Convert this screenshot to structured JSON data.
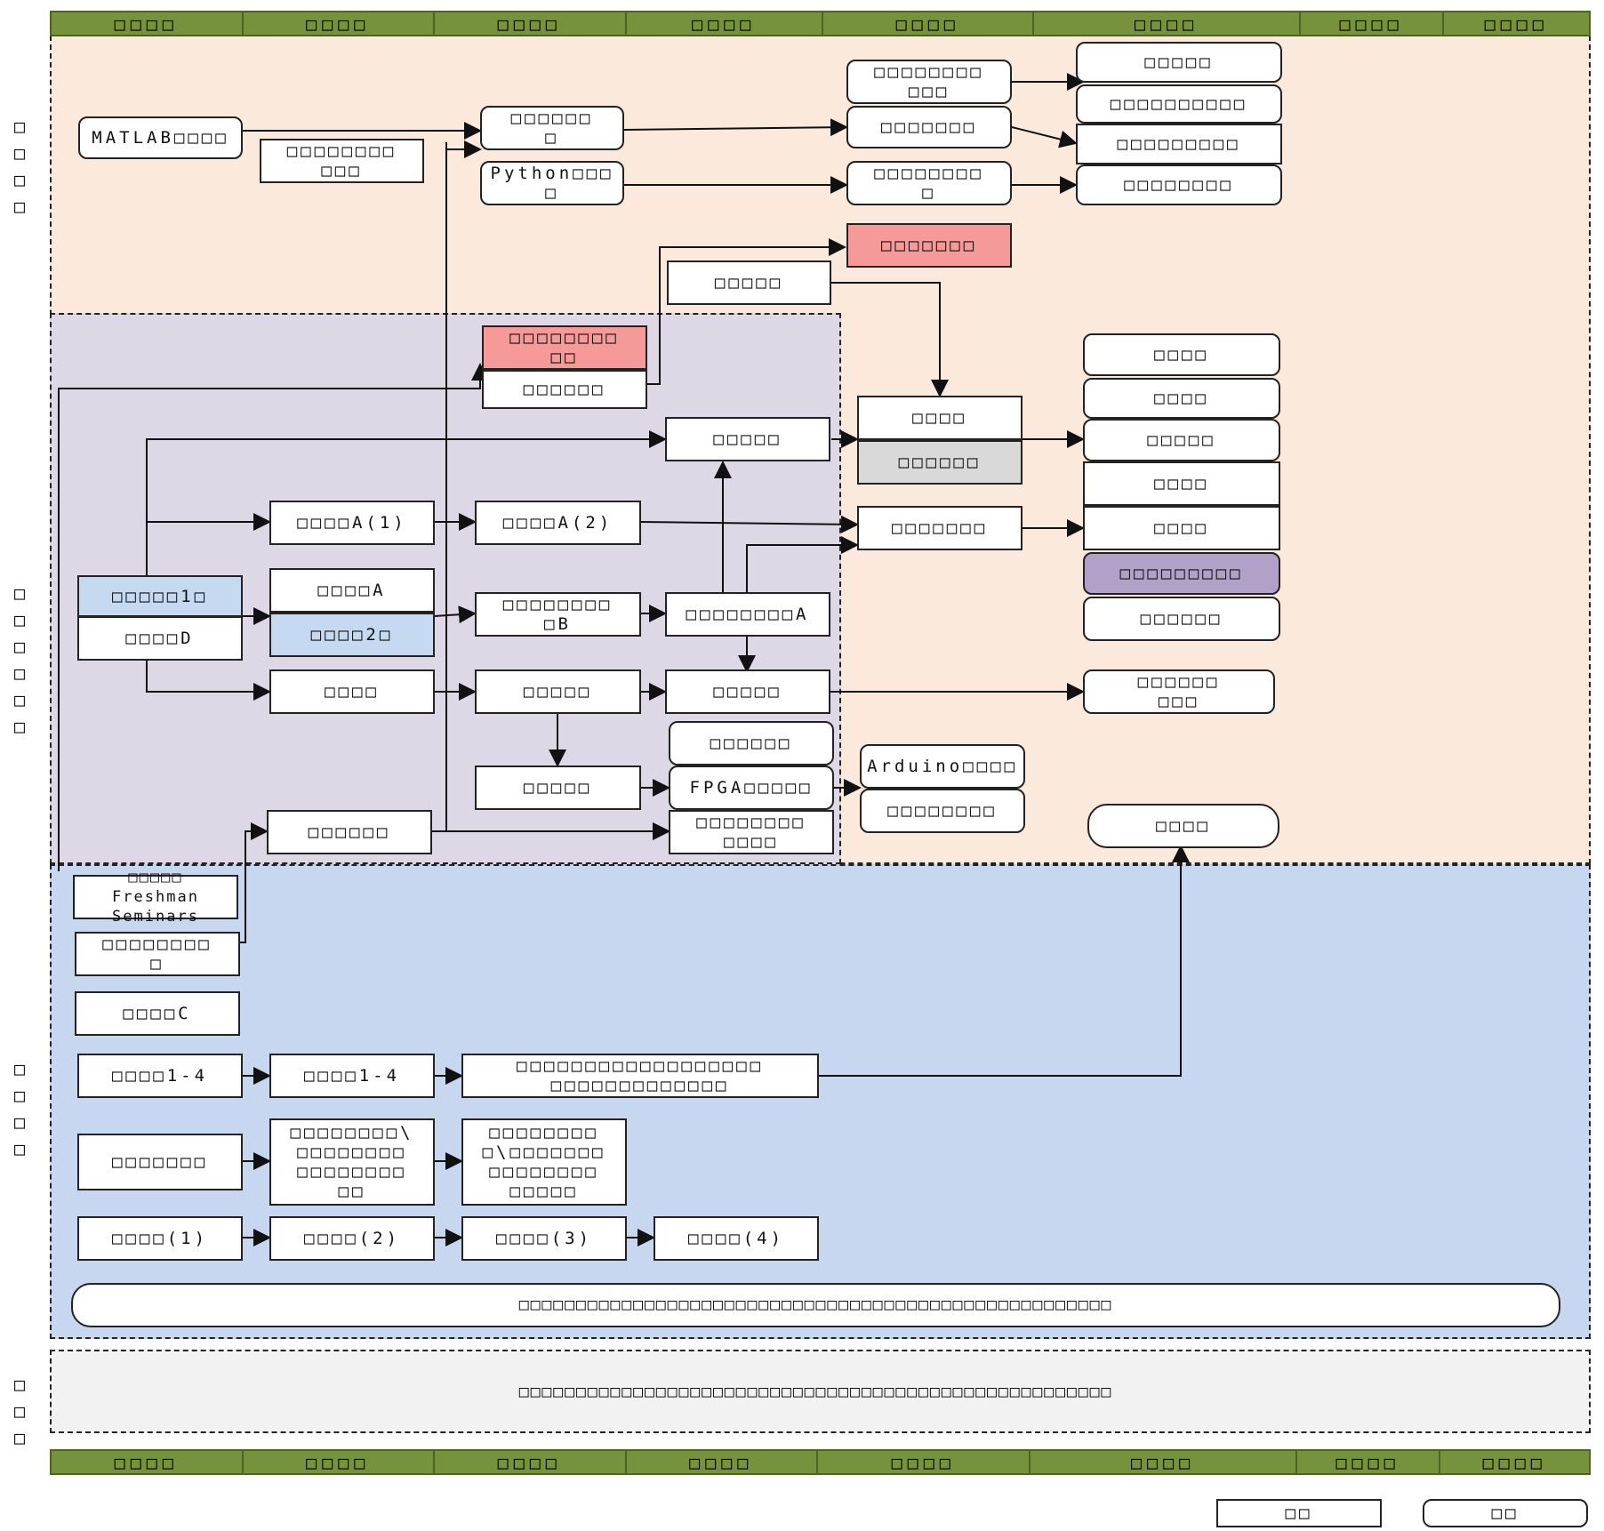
{
  "colors": {
    "header_green": "#76923c",
    "zone_peach": "#fbe9dc",
    "zone_lavender": "#ded7e6",
    "zone_blue": "#c7d7ef",
    "zone_gray": "#f2f2f2",
    "highlight_red": "#f59999",
    "highlight_blue": "#c5d9f1",
    "highlight_gray": "#d9d9d9",
    "highlight_purple": "#b1a0c7"
  },
  "header": {
    "top": [
      "□□□□",
      "□□□□",
      "□□□□",
      "□□□□",
      "□□□□",
      "□□□□",
      "□□□□",
      "□□□□"
    ],
    "bottom": [
      "□□□□",
      "□□□□",
      "□□□□",
      "□□□□",
      "□□□□",
      "□□□□",
      "□□□□",
      "□□□□"
    ]
  },
  "side_labels": [
    "□□□□",
    "□□□□□□",
    "□□□□",
    "□□□"
  ],
  "boxes": {
    "matlab": "MATLAB□□□□",
    "matlab_sub": "□□□□□□□□\n□□□",
    "b1": "□□□□□□\n□",
    "python": "Python□□□\n□",
    "c1": "□□□□□□□□\n□□□",
    "c2": "□□□□□□□",
    "c3": "□□□□□□□□\n□",
    "r1": "□□□□□",
    "r2": "□□□□□□□□□□",
    "r3": "□□□□□□□□□",
    "r4": "□□□□□□□□",
    "red2": "□□□□□□□",
    "k1": "□□□□□",
    "red1": "□□□□□□□□\n□□",
    "red1_sub": "□□□□□□",
    "d1": "□□□□□",
    "e1": "□□□□",
    "e1_sub": "□□□□□□",
    "g1": "□□□□",
    "g2": "□□□□",
    "g3": "□□□□□",
    "g4": "□□□□",
    "g5": "□□□□",
    "g6": "□□□□□□□□□",
    "g7": "□□□□□□",
    "a1": "□□□□A(1)",
    "a2": "□□□□A(2)",
    "f1": "□□□□□□□",
    "blue1": "□□□□□1□",
    "blue1_sub": "□□□□D",
    "m1": "□□□□A",
    "blue2": "□□□□2□",
    "b_box": "□□□□□□□□\n□B",
    "a_box": "□□□□□□□□A",
    "h1": "□□□□",
    "h2": "□□□□□",
    "h3": "□□□□□",
    "h4": "□□□□□□\n□□□",
    "l1": "□□□□□",
    "p1": "□□□□□□",
    "fpga": "FPGA□□□□□",
    "p3": "□□□□□□□□\n□□□□",
    "arduino": "Arduino□□□□",
    "q2": "□□□□□□□□",
    "q3": "□□□□",
    "s1": "□□□□□□",
    "fresh": "□□□□□\nFreshman Seminars",
    "t1": "□□□□□□□□\n□",
    "t2": "□□□□C",
    "u1": "□□□□1-4",
    "u2": "□□□□1-4",
    "u3": "□□□□□□□□□□□□□□□□□□\n□□□□□□□□□□□□□",
    "v1": "□□□□□□□",
    "v2": "□□□□□□□□\\\n□□□□□□□□\n□□□□□□□□\n□□",
    "v3": "□□□□□□□□\n□\\□□□□□□□\n□□□□□□□□\n□□□□□",
    "w1": "□□□□(1)",
    "w2": "□□□□(2)",
    "w3": "□□□□(3)",
    "w4": "□□□□(4)",
    "long1": "□□□□□□□□□□□□□□□□□□□□□□□□□□□□□□□□□□□□□□□□□□□□□□□□□□□□",
    "long2": "□□□□□□□□□□□□□□□□□□□□□□□□□□□□□□□□□□□□□□□□□□□□□□□□□□□□",
    "legend1": "□□",
    "legend2": "□□"
  }
}
